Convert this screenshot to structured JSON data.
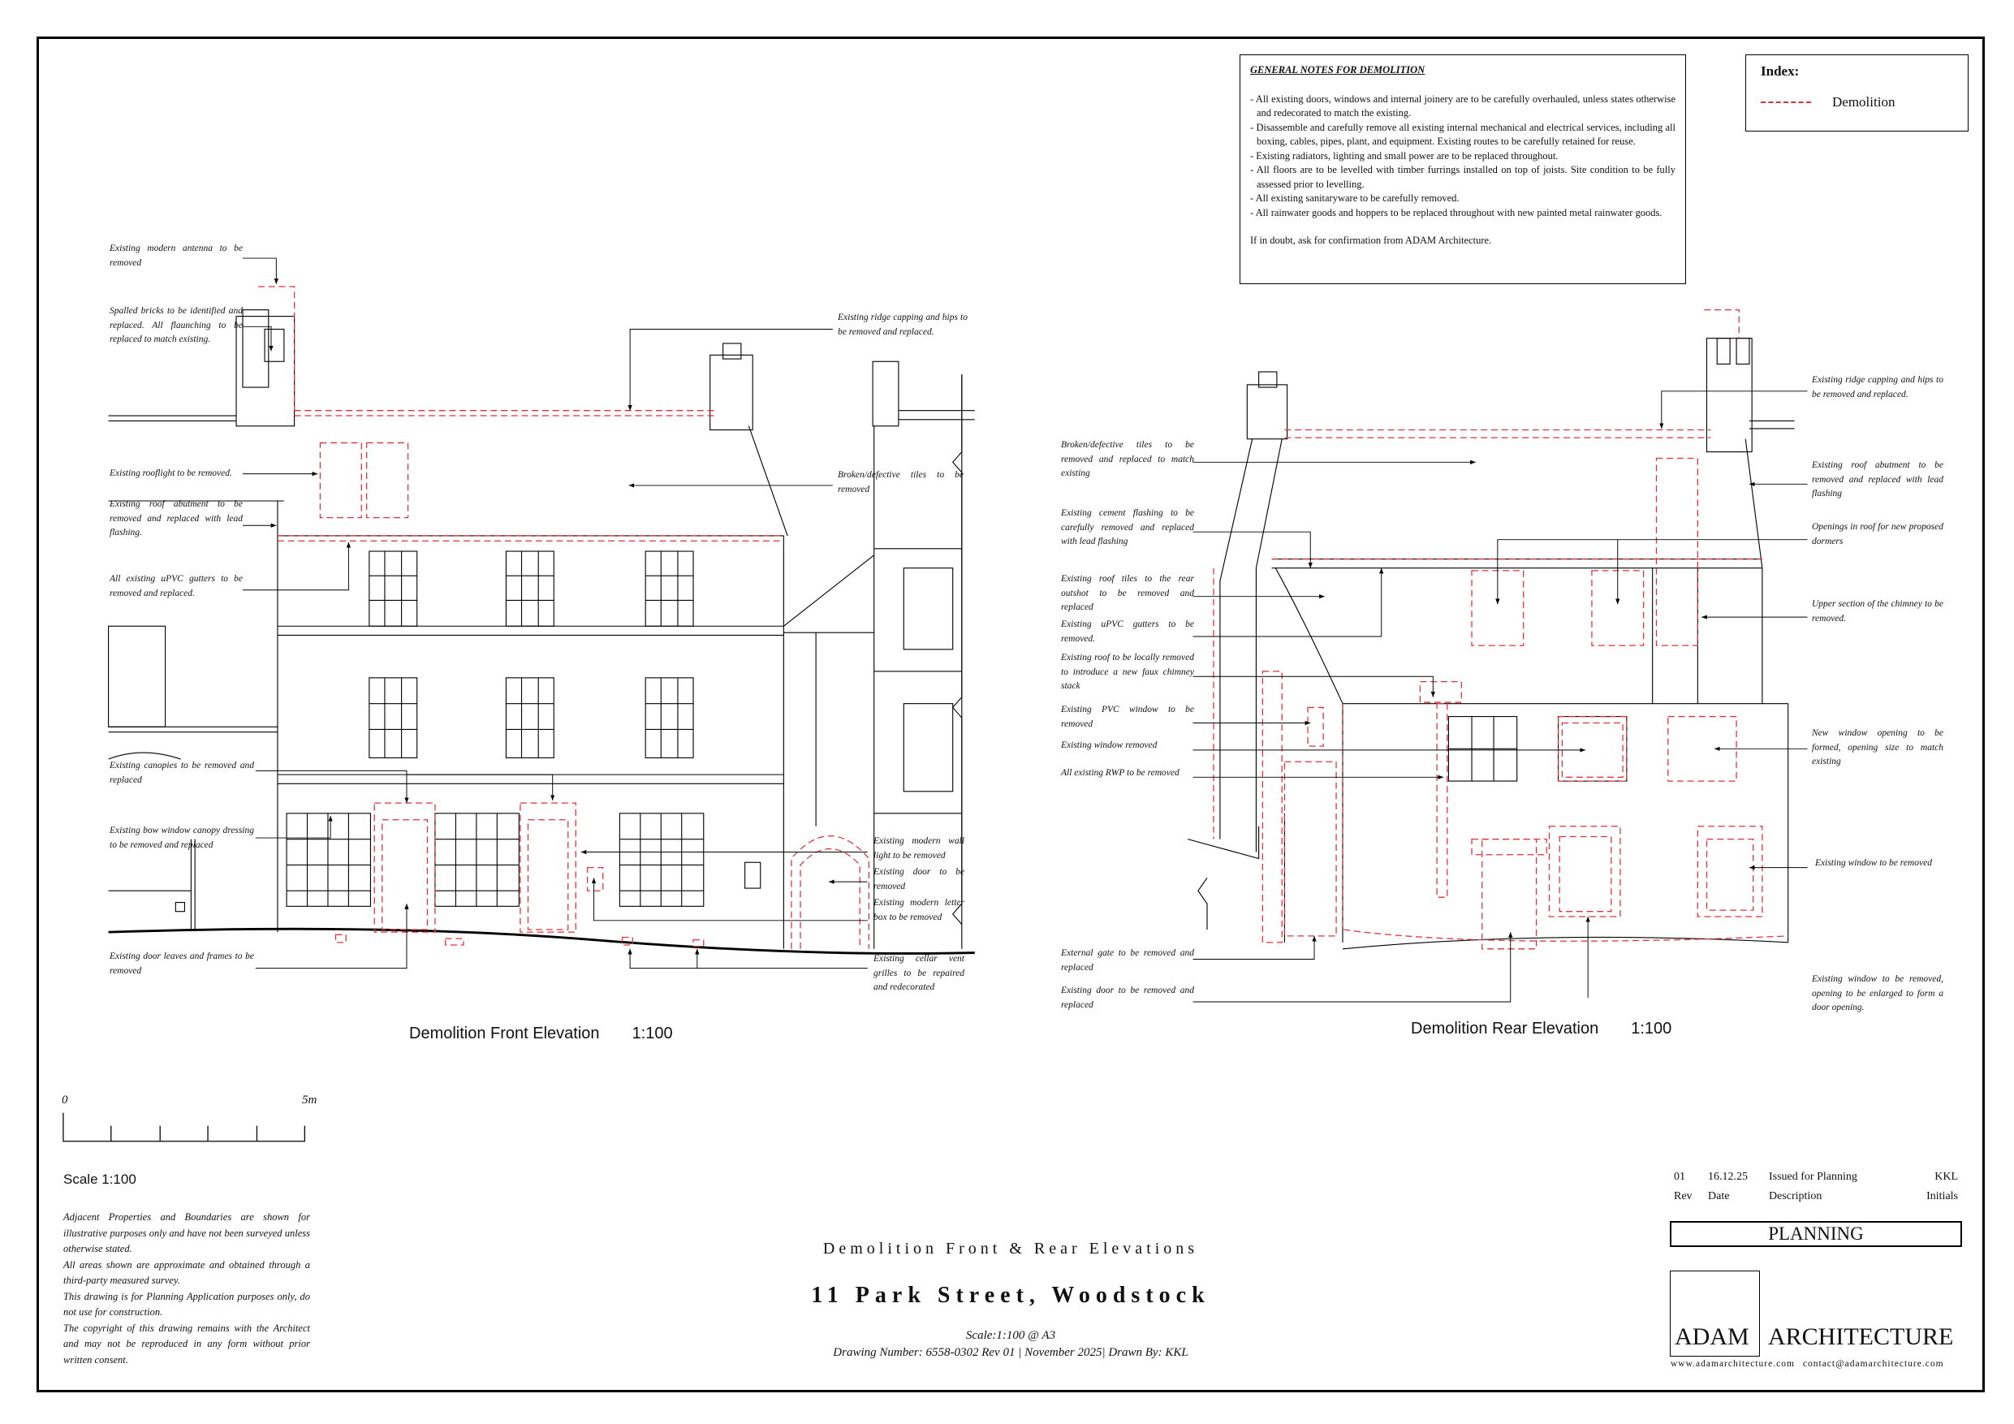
{
  "general_notes": {
    "title": "GENERAL NOTES FOR DEMOLITION",
    "items": [
      "- All existing doors, windows and internal joinery are to be carefully overhauled, unless states otherwise and redecorated to match the existing.",
      "- Disassemble and carefully remove all existing internal mechanical and electrical services, including all boxing, cables, pipes, plant, and equipment. Existing routes to be carefully retained for reuse.",
      "- Existing radiators, lighting and small power are to be replaced throughout.",
      "- All floors are to be levelled with timber furrings installed on top of joists. Site condition to be fully assessed prior to levelling.",
      "- All existing sanitaryware to be carefully removed.",
      "- All rainwater goods and hoppers to be replaced throughout with new painted metal rainwater goods."
    ],
    "doubt": "If in doubt, ask for confirmation from ADAM Architecture."
  },
  "index": {
    "title": "Index:",
    "legend_label": "Demolition",
    "legend_color": "#d9333f"
  },
  "front_elevation": {
    "title": "Demolition Front Elevation",
    "scale": "1:100",
    "annotations_left": [
      "Existing modern antenna to be removed",
      "Spalled bricks to be identified and replaced. All flaunching to be replaced to match existing.",
      "Existing rooflight to be removed.",
      "Existing roof abutment to be removed and replaced with lead flashing.",
      "All existing uPVC gutters to be removed and replaced.",
      "Existing canopies to be removed and replaced",
      "Existing bow window canopy dressing to be removed and replaced",
      "Existing door leaves and frames to be removed"
    ],
    "annotations_right": [
      "Existing ridge capping and hips to be removed and replaced.",
      "Broken/defective tiles to be removed",
      "Existing modern wall light to be removed",
      "Existing door to be removed",
      "Existing modern letter box to be removed",
      "Existing cellar vent grilles to be repaired and redecorated"
    ]
  },
  "rear_elevation": {
    "title": "Demolition Rear Elevation",
    "scale": "1:100",
    "annotations_left": [
      "Broken/defective tiles to be removed and replaced to match existing",
      "Existing cement flashing to be carefully removed and replaced with lead flashing",
      "Existing roof tiles to the rear outshot to be removed and replaced",
      "Existing uPVC gutters to be removed.",
      "Existing roof to be locally removed to introduce a new faux chimney stack",
      "Existing PVC window to be removed",
      "Existing window removed",
      "All existing RWP to be removed",
      "External gate to be removed and replaced",
      "Existing door to be removed and replaced"
    ],
    "annotations_right": [
      "Existing ridge capping and hips to be removed and replaced.",
      "Existing roof abutment to be removed and replaced with lead flashing",
      "Openings in roof for new proposed dormers",
      "Upper section of the chimney to be removed.",
      "New window opening to be formed, opening size to match existing",
      "Existing window to be removed",
      "Existing window to be removed, opening to be enlarged to form a door opening."
    ]
  },
  "scale_bar": {
    "start": "0",
    "end": "5m",
    "divisions": 5,
    "label": "Scale 1:100"
  },
  "disclaimer": [
    "Adjacent Properties and Boundaries are shown for illustrative purposes only and have not been surveyed unless otherwise stated.",
    "All areas shown are approximate and obtained through a third-party measured survey.",
    "This drawing is for Planning Application purposes only, do not use for construction.",
    "The copyright of this drawing remains with the Architect and may not be reproduced in any form without prior written consent."
  ],
  "title_block": {
    "subtitle": "Demolition Front & Rear Elevations",
    "project": "11 Park Street, Woodstock",
    "scale": "Scale:1:100 @ A3",
    "drawing_info": "Drawing Number: 6558-0302 Rev 01 | November 2025| Drawn By: KKL"
  },
  "revisions": {
    "rows": [
      {
        "rev": "01",
        "date": "16.12.25",
        "description": "Issued for Planning",
        "initials": "KKL"
      }
    ],
    "headers": {
      "rev": "Rev",
      "date": "Date",
      "description": "Description",
      "initials": "Initials"
    }
  },
  "status": "PLANNING",
  "logo": {
    "left": "ADAM",
    "right": "ARCHITECTURE",
    "website": "www.adamarchitecture.com",
    "email": "contact@adamarchitecture.com"
  }
}
